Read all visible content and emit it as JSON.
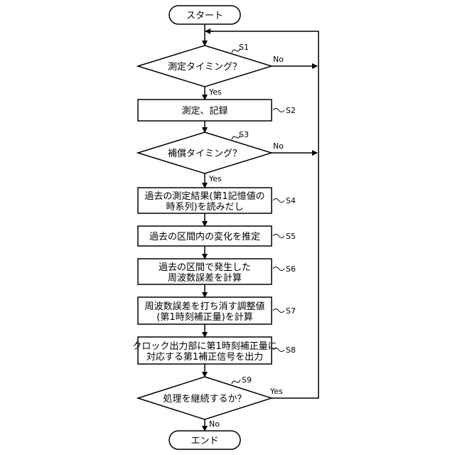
{
  "flowchart": {
    "start": {
      "text": "スタート"
    },
    "end": {
      "text": "エンド"
    },
    "steps": [
      {
        "id": "S1",
        "kind": "decision",
        "label": "S1",
        "lines": [
          "測定タイミング？"
        ]
      },
      {
        "id": "S2",
        "kind": "process",
        "label": "S2",
        "lines": [
          "測定、記録"
        ]
      },
      {
        "id": "S3",
        "kind": "decision",
        "label": "S3",
        "lines": [
          "補償タイミング？"
        ]
      },
      {
        "id": "S4",
        "kind": "process",
        "label": "S4",
        "lines": [
          "過去の測定結果(第1記憶値の",
          "時系列)を読みだし"
        ]
      },
      {
        "id": "S5",
        "kind": "process",
        "label": "S5",
        "lines": [
          "過去の区間内の変化を推定"
        ]
      },
      {
        "id": "S6",
        "kind": "process",
        "label": "S6",
        "lines": [
          "過去の区間で発生した",
          "周波数誤差を計算"
        ]
      },
      {
        "id": "S7",
        "kind": "process",
        "label": "S7",
        "lines": [
          "周波数誤差を打ち消す調整値",
          "(第1時刻補正量)を計算"
        ]
      },
      {
        "id": "S8",
        "kind": "process",
        "label": "S8",
        "lines": [
          "クロック出力部に第1時刻補正量に",
          "対応する第1補正信号を出力"
        ]
      },
      {
        "id": "S9",
        "kind": "decision",
        "label": "S9",
        "lines": [
          "処理を継続するか？"
        ]
      }
    ],
    "edge_labels": {
      "s1_no": "No",
      "s1_yes": "Yes",
      "s3_no": "No",
      "s3_yes": "Yes",
      "s9_yes": "Yes",
      "s9_no": "No"
    }
  }
}
